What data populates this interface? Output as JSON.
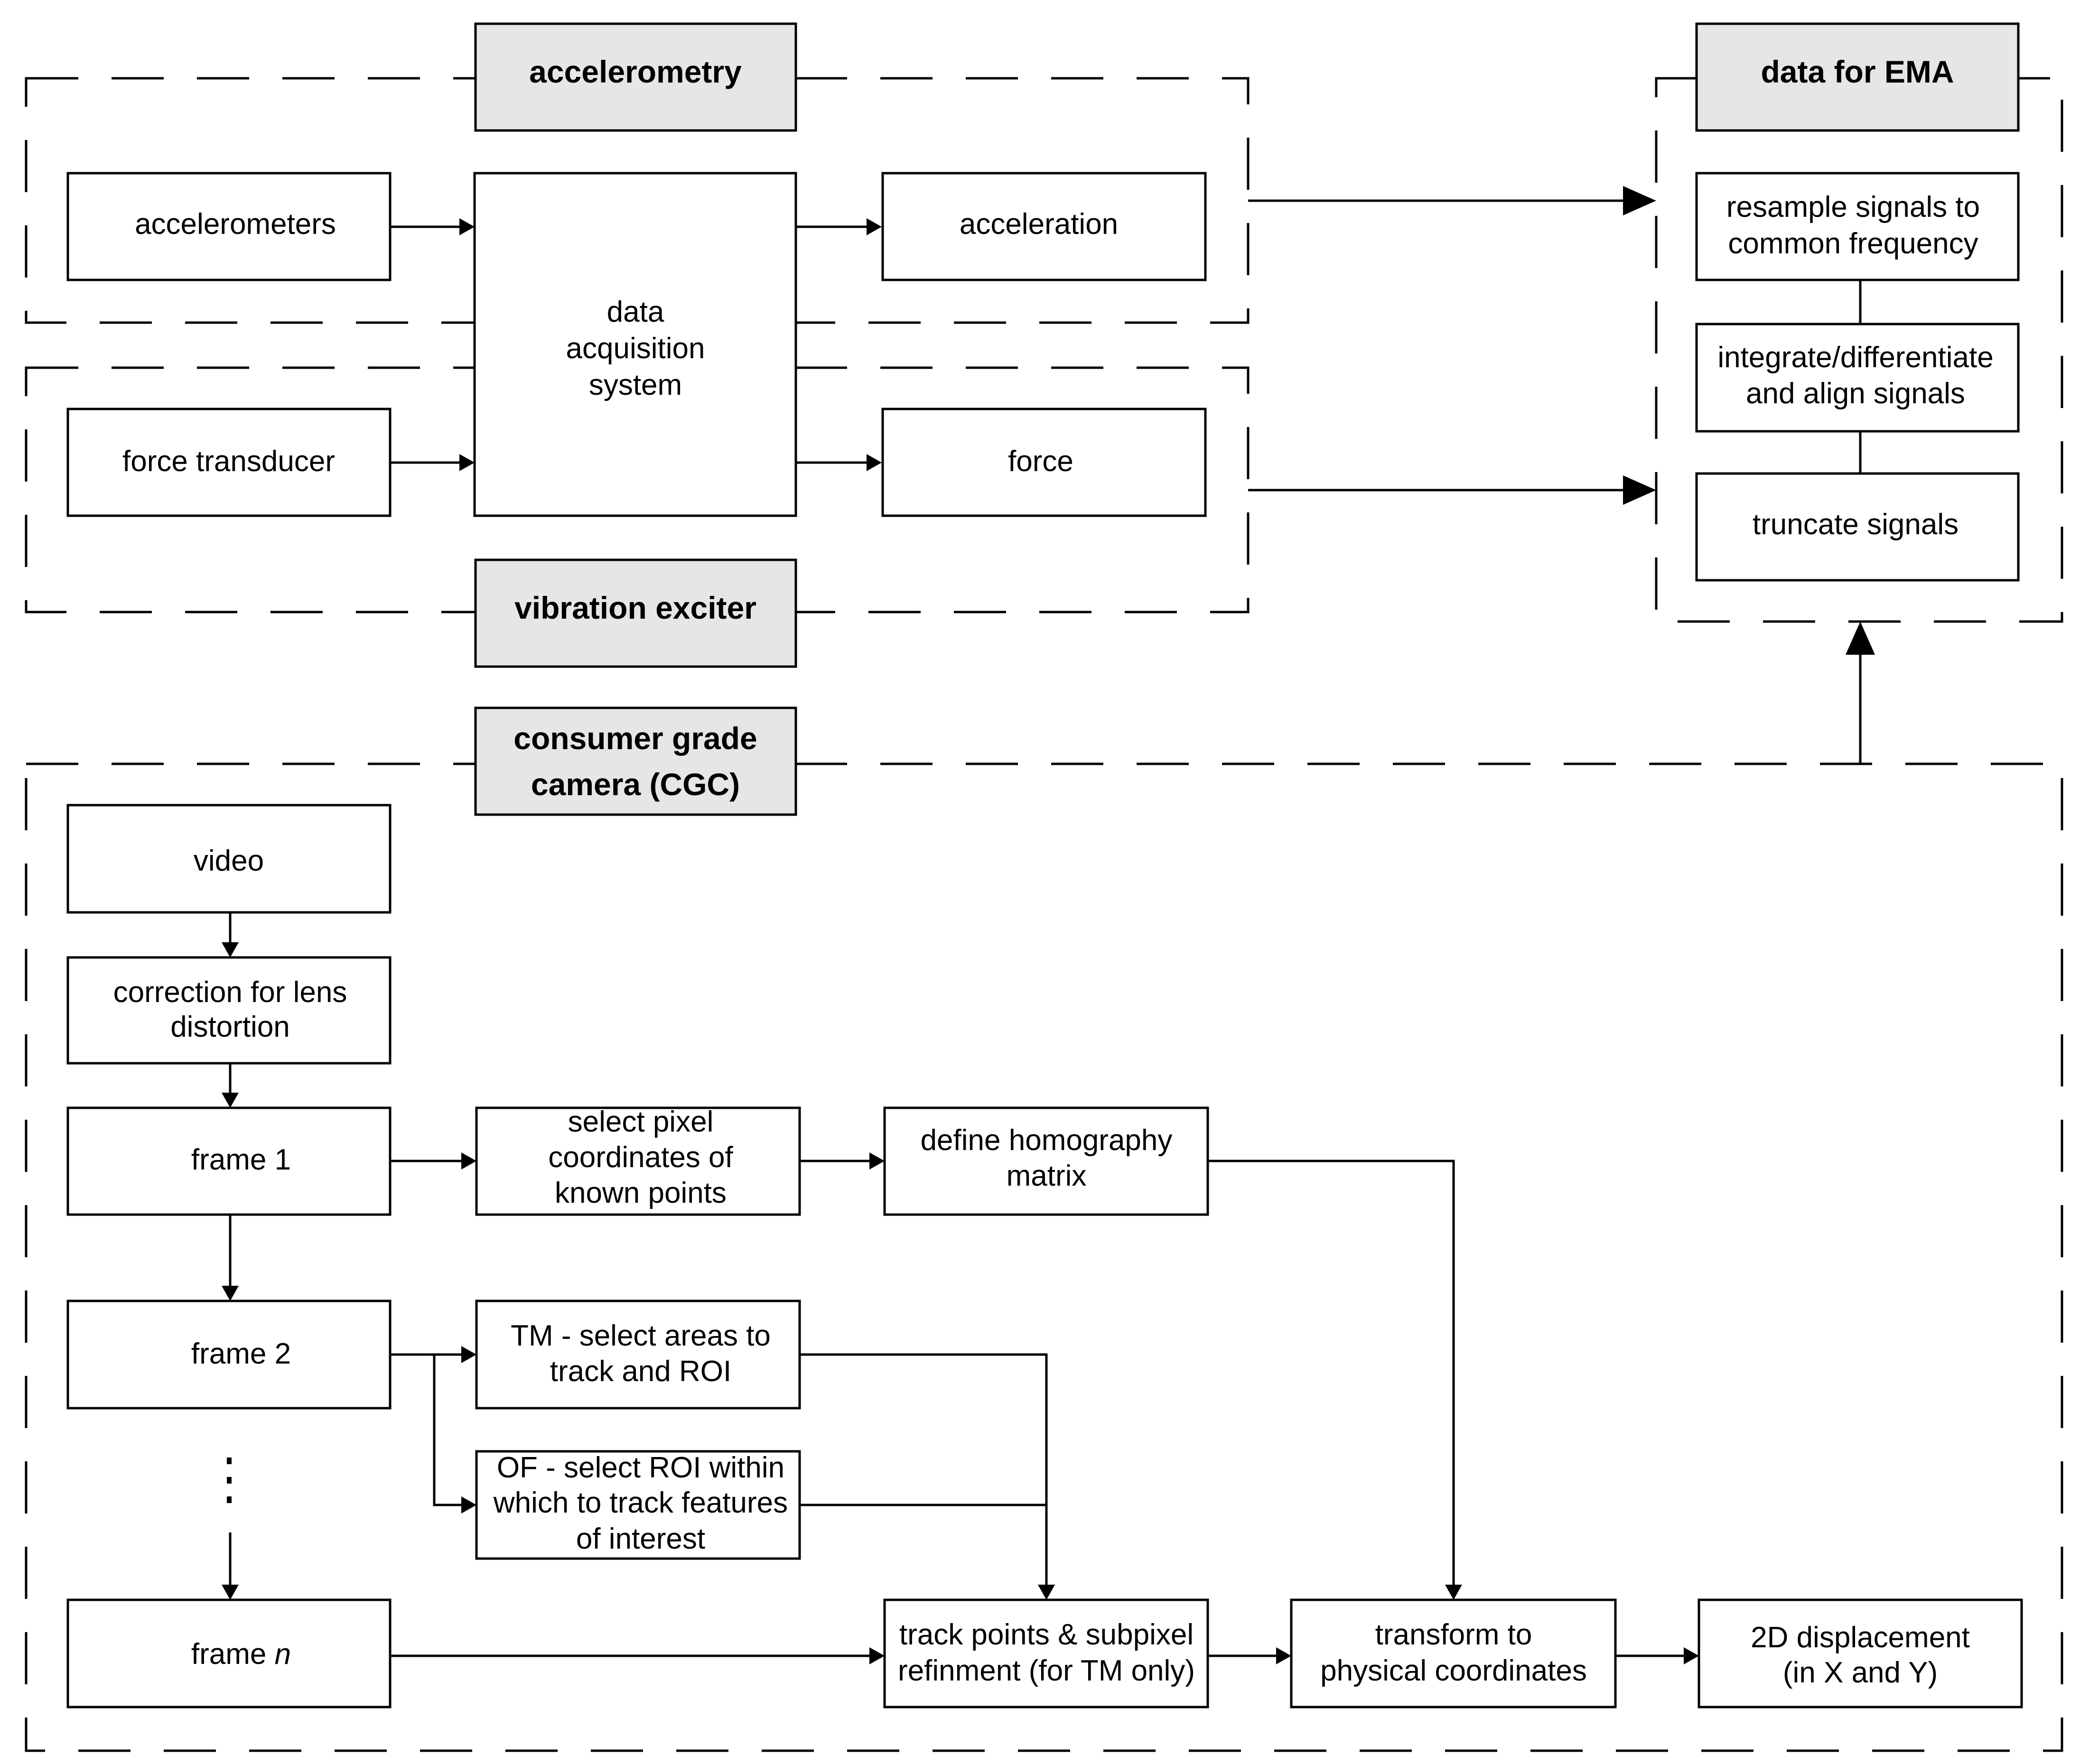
{
  "groups": {
    "accelerometry": "accelerometry",
    "vibration_exciter": "vibration exciter",
    "ema": "data for EMA",
    "cgc": [
      "consumer grade",
      "camera (CGC)"
    ]
  },
  "nodes": {
    "accelerometers": [
      "accelerometers"
    ],
    "force_transducer": [
      "force transducer"
    ],
    "daq": [
      "data",
      "acquisition",
      "system"
    ],
    "acceleration": [
      "acceleration"
    ],
    "force": [
      "force"
    ],
    "resample": [
      "resample signals to",
      "common frequency"
    ],
    "integrate": [
      "integrate/differentiate",
      "and align signals"
    ],
    "truncate": [
      "truncate signals"
    ],
    "video": [
      "video"
    ],
    "lens": [
      "correction for lens",
      "distortion"
    ],
    "frame1": [
      "frame 1"
    ],
    "frame2": [
      "frame 2"
    ],
    "framen": [
      "frame",
      "n"
    ],
    "select_pixel": [
      "select pixel",
      "coordinates of",
      "known points"
    ],
    "homography": [
      "define homography",
      "matrix"
    ],
    "tm": [
      "TM - select areas to",
      "track and ROI"
    ],
    "of": [
      "OF - select ROI within",
      "which to track features",
      "of interest"
    ],
    "track": [
      "track points & subpixel",
      "refinment (for TM only)"
    ],
    "transform": [
      "transform to",
      "physical coordinates"
    ],
    "displacement": [
      "2D displacement",
      "(in X and Y)"
    ]
  }
}
